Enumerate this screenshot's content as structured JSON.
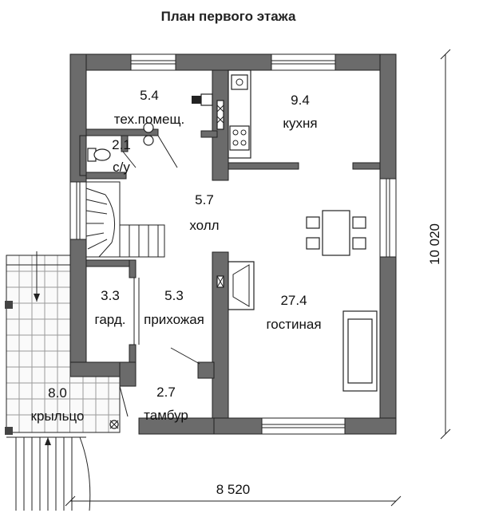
{
  "title": "План первого этажа",
  "rooms": [
    {
      "id": "tech",
      "area": "5.4",
      "name": "тех.помещ."
    },
    {
      "id": "kitchen",
      "area": "9.4",
      "name": "кухня"
    },
    {
      "id": "wc",
      "area": "2.1",
      "name": "с/у"
    },
    {
      "id": "hall",
      "area": "5.7",
      "name": "холл"
    },
    {
      "id": "wardrobe",
      "area": "3.3",
      "name": "гард."
    },
    {
      "id": "hallway",
      "area": "5.3",
      "name": "прихожая"
    },
    {
      "id": "living",
      "area": "27.4",
      "name": "гостиная"
    },
    {
      "id": "porch",
      "area": "8.0",
      "name": "крыльцо"
    },
    {
      "id": "vestibule",
      "area": "2.7",
      "name": "тамбур"
    }
  ],
  "dimensions": {
    "width": "8 520",
    "height": "10 020"
  }
}
